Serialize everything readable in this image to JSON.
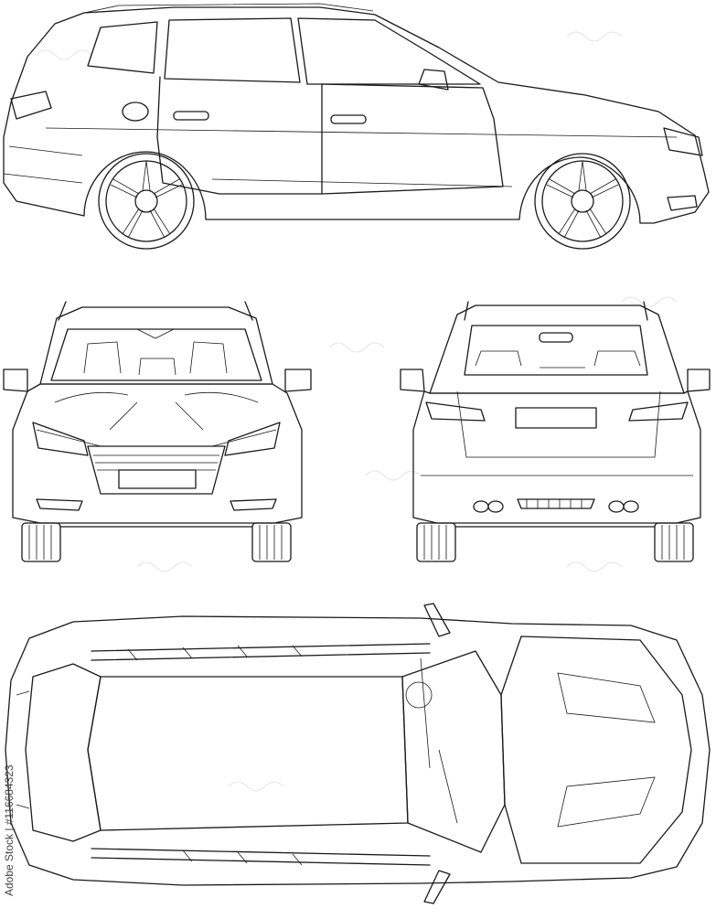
{
  "watermark_credit": "Adobe Stock | #116684323",
  "views": [
    {
      "id": "side",
      "label": ""
    },
    {
      "id": "front",
      "label": ""
    },
    {
      "id": "rear",
      "label": ""
    },
    {
      "id": "top",
      "label": ""
    }
  ],
  "colors": {
    "line": "#1a1a1a",
    "background": "#ffffff",
    "watermark": "#e4e4e4"
  }
}
